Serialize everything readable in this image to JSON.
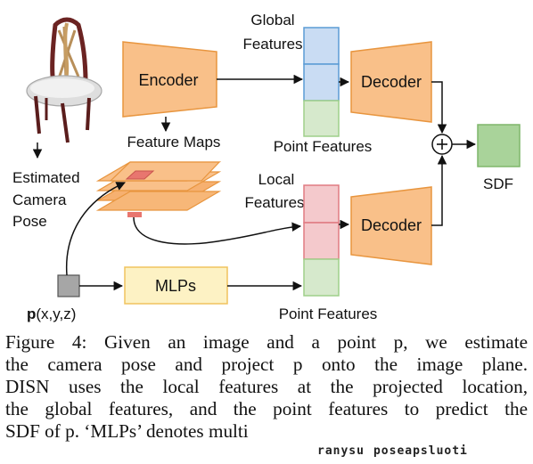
{
  "labels": {
    "global_features": [
      "Global",
      "Features"
    ],
    "encoder": "Encoder",
    "decoder_top": "Decoder",
    "decoder_bottom": "Decoder",
    "feature_maps": "Feature Maps",
    "point_features_top": "Point Features",
    "estimated_pose": [
      "Estimated",
      "Camera",
      "Pose"
    ],
    "local_features": [
      "Local",
      "Features"
    ],
    "sdf": "SDF",
    "mlps": "MLPs",
    "point_bold": "p",
    "point_coords": "(x,y,z)",
    "point_features_bottom": "Point Features",
    "plus": "+"
  },
  "caption": {
    "lines": [
      "Figure 4: Given an image and a point p, we estimate",
      "the camera pose and project p onto the image plane.",
      "DISN uses the local features at the projected location,",
      "the global features, and the point features to predict the",
      "SDF of p. ‘MLPs’ denotes multi"
    ]
  },
  "watermark": {
    "words": [
      "ranysu",
      "poseapsluoti"
    ]
  },
  "colors": {
    "orange": "#f9c089",
    "orange_edge": "#e8953e",
    "blue": "#c9dcf3",
    "blue_edge": "#5b9bd5",
    "red": "#f4c9cc",
    "red_edge": "#e07b82",
    "green": "#d6e9cc",
    "green_edge": "#9fcf8a",
    "sdf_green": "#a9d39a",
    "mlp_fill": "#fdf2c4",
    "mlp_edge": "#f0c35e",
    "point_gray": "#a6a6a6",
    "patch_red": "#e8766f"
  },
  "icons": [
    "chair-image",
    "plus-icon",
    "point-square-icon"
  ]
}
